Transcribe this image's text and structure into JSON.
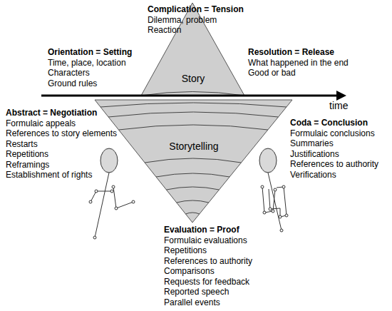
{
  "diagram": {
    "nodes": [
      {
        "text": [
          "Story"
        ]
      },
      {
        "text": [
          "Storytelling"
        ]
      }
    ],
    "labels": [
      "Complication = Tension",
      "Dilemma, problem",
      "Reaction",
      "Orientation = Setting",
      "Time, place, location",
      "Characters",
      "Ground rules",
      "Resolution = Release",
      "What happened in the end",
      "Good or bad",
      "time",
      "Abstract = Negotiation",
      "Formulaic appeals",
      "References to story elements",
      "Restarts",
      "Repetitions",
      "Reframings",
      "Establishment of rights",
      "Coda = Conclusion",
      "Formulaic conclusions",
      "Summaries",
      "Justifications",
      "References to authority",
      "Verifications",
      "Evaluation = Proof",
      "Formulaic evaluations",
      "Repetitions",
      "References to authority",
      "Comparisons",
      "Requests for feedback",
      "Reported speech",
      "Parallel events"
    ]
  }
}
